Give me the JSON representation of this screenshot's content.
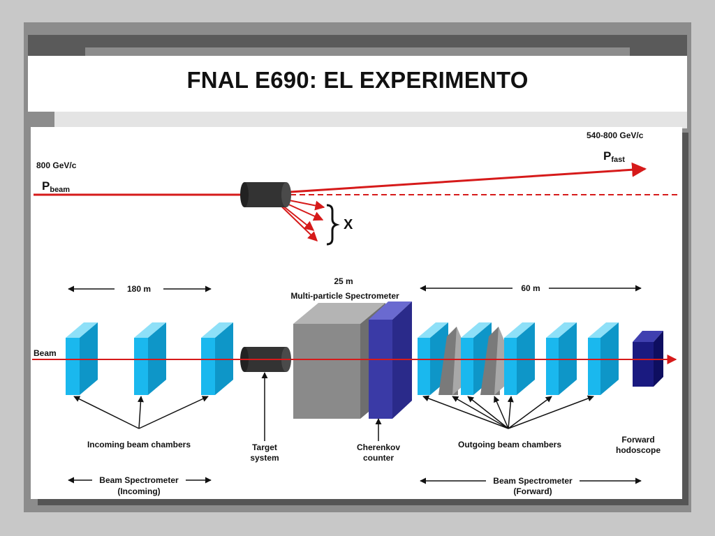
{
  "slide": {
    "title": "FNAL E690: EL EXPERIMENTO"
  },
  "diagram": {
    "top": {
      "beam_momentum": "800 GeV/c",
      "beam_symbol": "P",
      "beam_subscript": "beam",
      "fast_momentum": "540-800 GeV/c",
      "fast_symbol": "P",
      "fast_subscript": "fast",
      "x_label": "X"
    },
    "dimensions": {
      "incoming_length": "180 m",
      "spectrometer_length": "25 m",
      "spectrometer_name": "Multi-particle Spectrometer",
      "outgoing_length": "60 m"
    },
    "beam_label": "Beam",
    "labels": {
      "incoming_chambers": "Incoming beam chambers",
      "target_line1": "Target",
      "target_line2": "system",
      "cherenkov_line1": "Cherenkov",
      "cherenkov_line2": "counter",
      "outgoing_chambers": "Outgoing beam chambers",
      "hodoscope_line1": "Forward",
      "hodoscope_line2": "hodoscope",
      "incoming_spec_line1": "Beam Spectrometer",
      "incoming_spec_line2": "(Incoming)",
      "forward_spec_line1": "Beam Spectrometer",
      "forward_spec_line2": "(Forward)"
    },
    "colors": {
      "beam_red": "#d61a1a",
      "chamber_cyan": "#1ab8ee",
      "cherenkov_blue": "#3a3aa6",
      "hodoscope_navy": "#1a1a80",
      "spectrometer_gray": "#8a8a8a",
      "target_dark": "#333333"
    }
  }
}
